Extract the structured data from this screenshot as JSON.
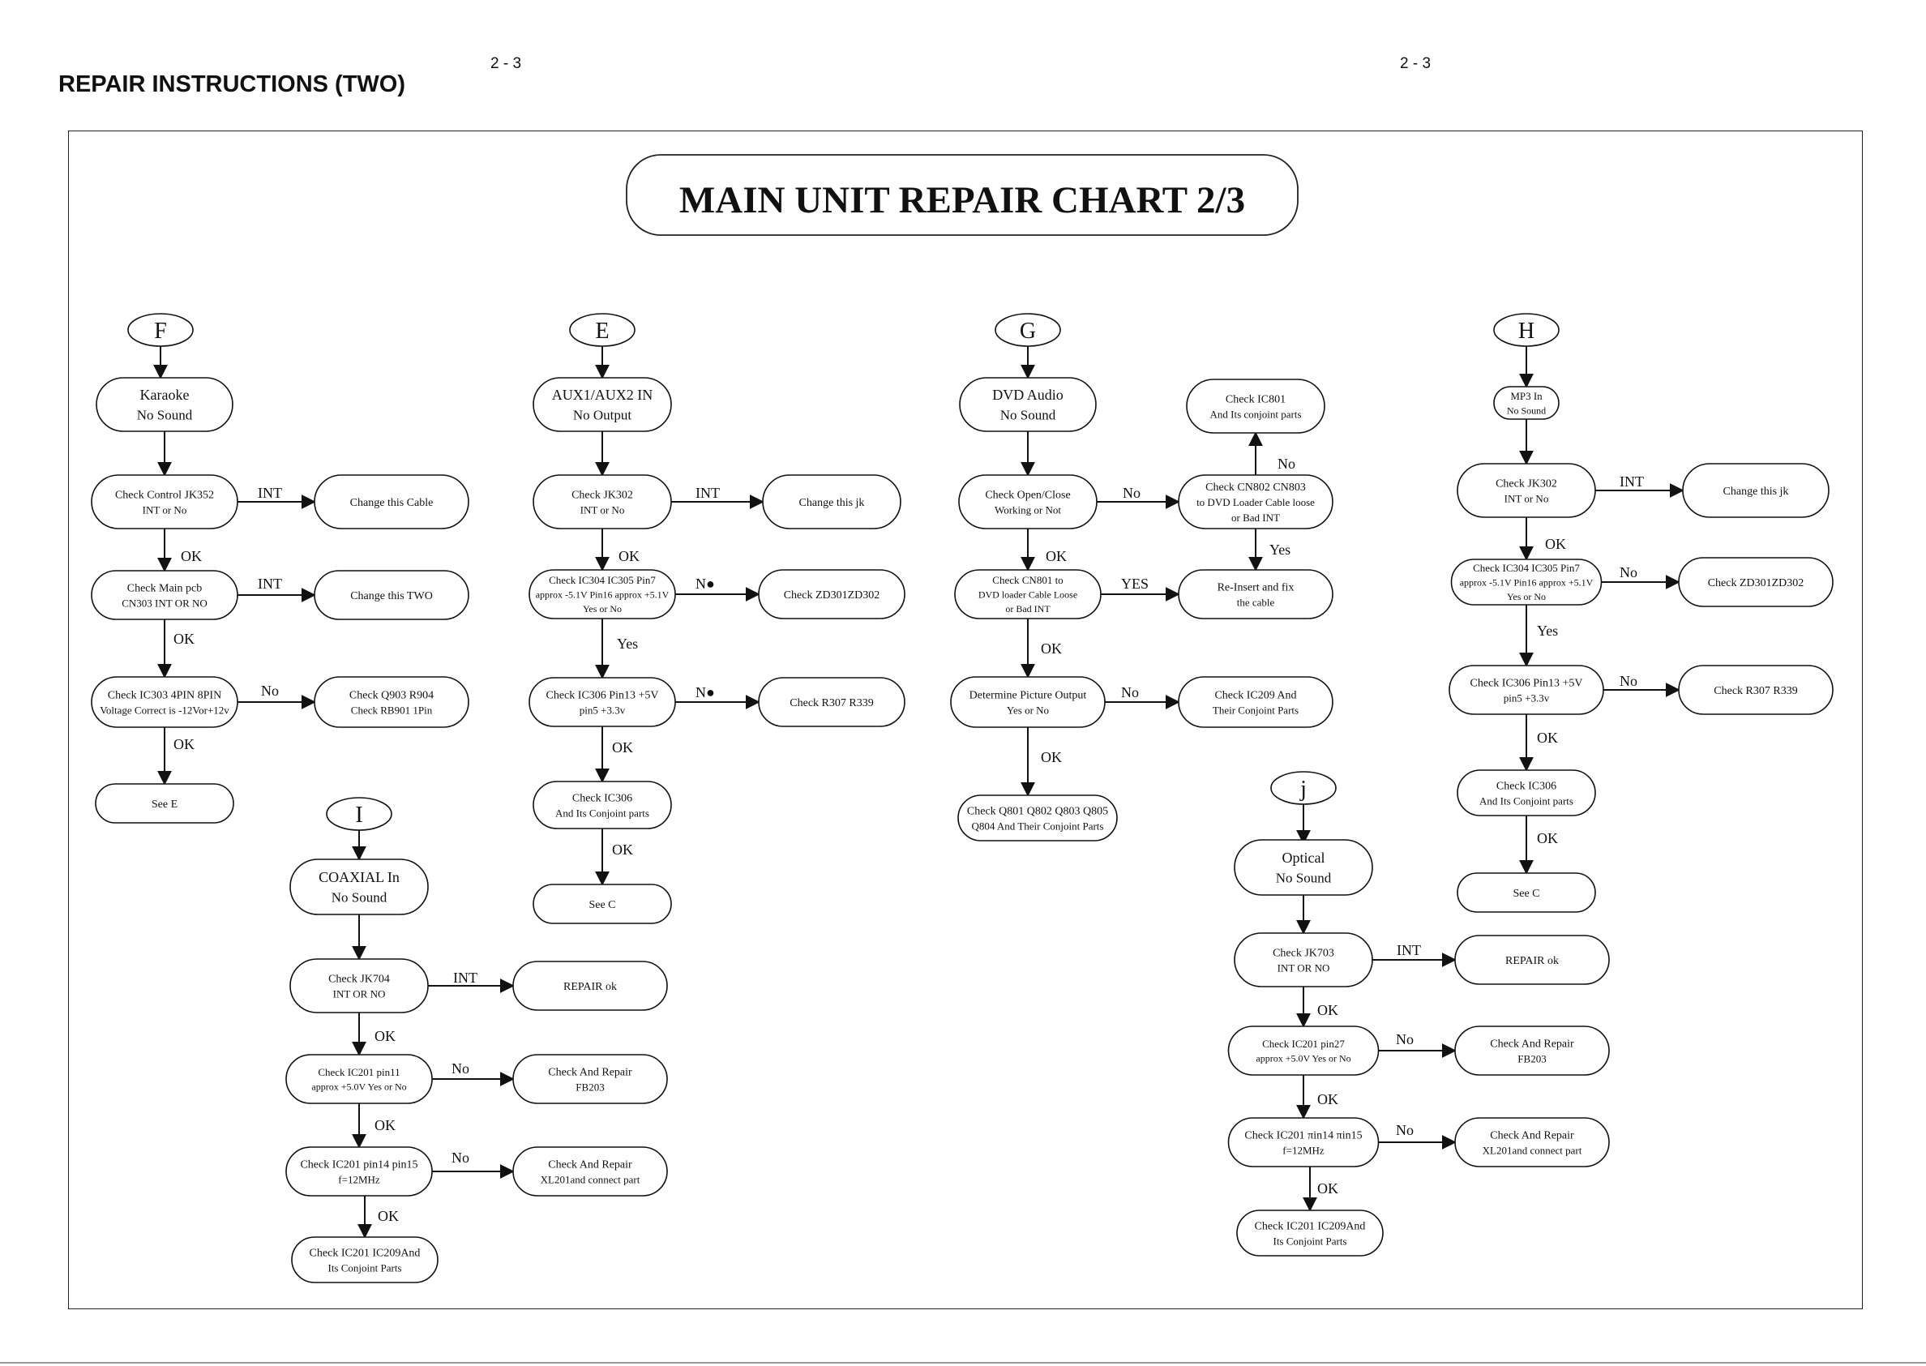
{
  "header": {
    "title": "REPAIR INSTRUCTIONS (TWO)",
    "page_left": "2 - 3",
    "page_right": "2 - 3"
  },
  "chart": {
    "title": "MAIN UNIT REPAIR CHART 2/3",
    "connectors": {
      "F": "F",
      "E": "E",
      "G": "G",
      "H": "H",
      "I": "I",
      "J": "j"
    },
    "nodes": {
      "f1": [
        "Karaoke",
        "No Sound"
      ],
      "f2": [
        "Check Control JK352",
        "INT  or No"
      ],
      "f3": [
        "Change this Cable"
      ],
      "f4": [
        "Check Main pcb",
        "CN303 INT OR NO"
      ],
      "f5": [
        "Change this TWO"
      ],
      "f6": [
        "Check IC303 4PIN 8PIN",
        "Voltage Correct is -12Vor+12v"
      ],
      "f7": [
        "Check Q903 R904",
        "Check RB901 1Pin"
      ],
      "f8": [
        "See E"
      ],
      "e1": [
        "AUX1/AUX2 IN",
        "No Output"
      ],
      "e2": [
        "Check JK302",
        "INT or No"
      ],
      "e3": [
        "Change this jk"
      ],
      "e4": [
        "Check IC304 IC305 Pin7",
        "approx -5.1V  Pin16 approx +5.1V",
        "Yes or No"
      ],
      "e5": [
        "Check ZD301ZD302"
      ],
      "e6": [
        "Check IC306  Pin13 +5V",
        "pin5  +3.3v"
      ],
      "e7": [
        "Check R307 R339"
      ],
      "e8": [
        "Check IC306",
        "And Its Conjoint parts"
      ],
      "e9": [
        "See C"
      ],
      "g1": [
        "DVD Audio",
        "No Sound"
      ],
      "g2": [
        "Check Open/Close",
        "Working or Not"
      ],
      "g3": [
        "Check CN802 CN803",
        "to DVD Loader Cable loose",
        "or Bad INT"
      ],
      "g4": [
        "Check IC801",
        "And Its conjoint parts"
      ],
      "g5": [
        "Check CN801 to",
        "DVD loader Cable Loose",
        "or Bad INT"
      ],
      "g6": [
        "Re-Insert and fix",
        "the cable"
      ],
      "g7": [
        "Determine Picture Output",
        "Yes or No"
      ],
      "g8": [
        "Check IC209 And",
        "Their Conjoint Parts"
      ],
      "g9": [
        "Check Q801 Q802 Q803 Q805",
        "Q804 And Their Conjoint Parts"
      ],
      "h1": [
        "MP3  In",
        "No Sound"
      ],
      "h2": [
        "Check JK302",
        "INT or No"
      ],
      "h3": [
        "Change this jk"
      ],
      "h4": [
        "Check IC304 IC305 Pin7",
        "approx -5.1V  Pin16 approx +5.1V",
        "Yes or No"
      ],
      "h5": [
        "Check ZD301ZD302"
      ],
      "h6": [
        "Check IC306  Pin13 +5V",
        "pin5 +3.3v"
      ],
      "h7": [
        "Check R307 R339"
      ],
      "h8": [
        "Check IC306",
        "And Its Conjoint parts"
      ],
      "h9": [
        "See C"
      ],
      "i1": [
        "COAXIAL In",
        "No Sound"
      ],
      "i2": [
        "Check JK704",
        "INT OR NO"
      ],
      "i3": [
        "REPAIR ok"
      ],
      "i4": [
        "Check IC201 pin11",
        "approx +5.0V    Yes or No"
      ],
      "i5": [
        "Check And Repair",
        "FB203"
      ],
      "i6": [
        "Check IC201 pin14 pin15",
        "f=12MHz"
      ],
      "i7": [
        "Check And Repair",
        "XL201and connect part"
      ],
      "i8": [
        "Check IC201 IC209And",
        "Its Conjoint Parts"
      ],
      "j1": [
        "Optical",
        "No Sound"
      ],
      "j2": [
        "Check JK703",
        "INT OR NO"
      ],
      "j3": [
        "REPAIR ok"
      ],
      "j4": [
        "Check IC201 pin27",
        "approx +5.0V    Yes or No"
      ],
      "j5": [
        "Check And Repair",
        "FB203"
      ],
      "j6": [
        "Check IC201 πin14 πin15",
        "f=12MHz"
      ],
      "j7": [
        "Check And Repair",
        "XL201and connect part"
      ],
      "j8": [
        "Check IC201 IC209And",
        "Its Conjoint Parts"
      ]
    },
    "labels": {
      "f_int1": "INT",
      "f_ok1": "OK",
      "f_int2": "INT",
      "f_ok2": "OK",
      "f_no": "No",
      "f_ok3": "OK",
      "e_int": "INT",
      "e_ok1": "OK",
      "e_no1": "N●",
      "e_yes": "Yes",
      "e_no2": "N●",
      "e_ok2": "OK",
      "e_ok3": "OK",
      "g_no1": "No",
      "g_no2": "No",
      "g_yes1": "Yes",
      "g_ok1": "OK",
      "g_yes2": "YES",
      "g_ok2": "OK",
      "g_no3": "No",
      "g_ok3": "OK",
      "h_int": "INT",
      "h_ok1": "OK",
      "h_no1": "No",
      "h_yes": "Yes",
      "h_no2": "No",
      "h_ok2": "OK",
      "h_ok3": "OK",
      "i_int": "INT",
      "i_ok1": "OK",
      "i_no1": "No",
      "i_ok2": "OK",
      "i_no2": "No",
      "i_ok3": "OK",
      "j_int": "INT",
      "j_ok1": "OK",
      "j_no1": "No",
      "j_ok2": "OK",
      "j_no2": "No",
      "j_ok3": "OK"
    }
  }
}
